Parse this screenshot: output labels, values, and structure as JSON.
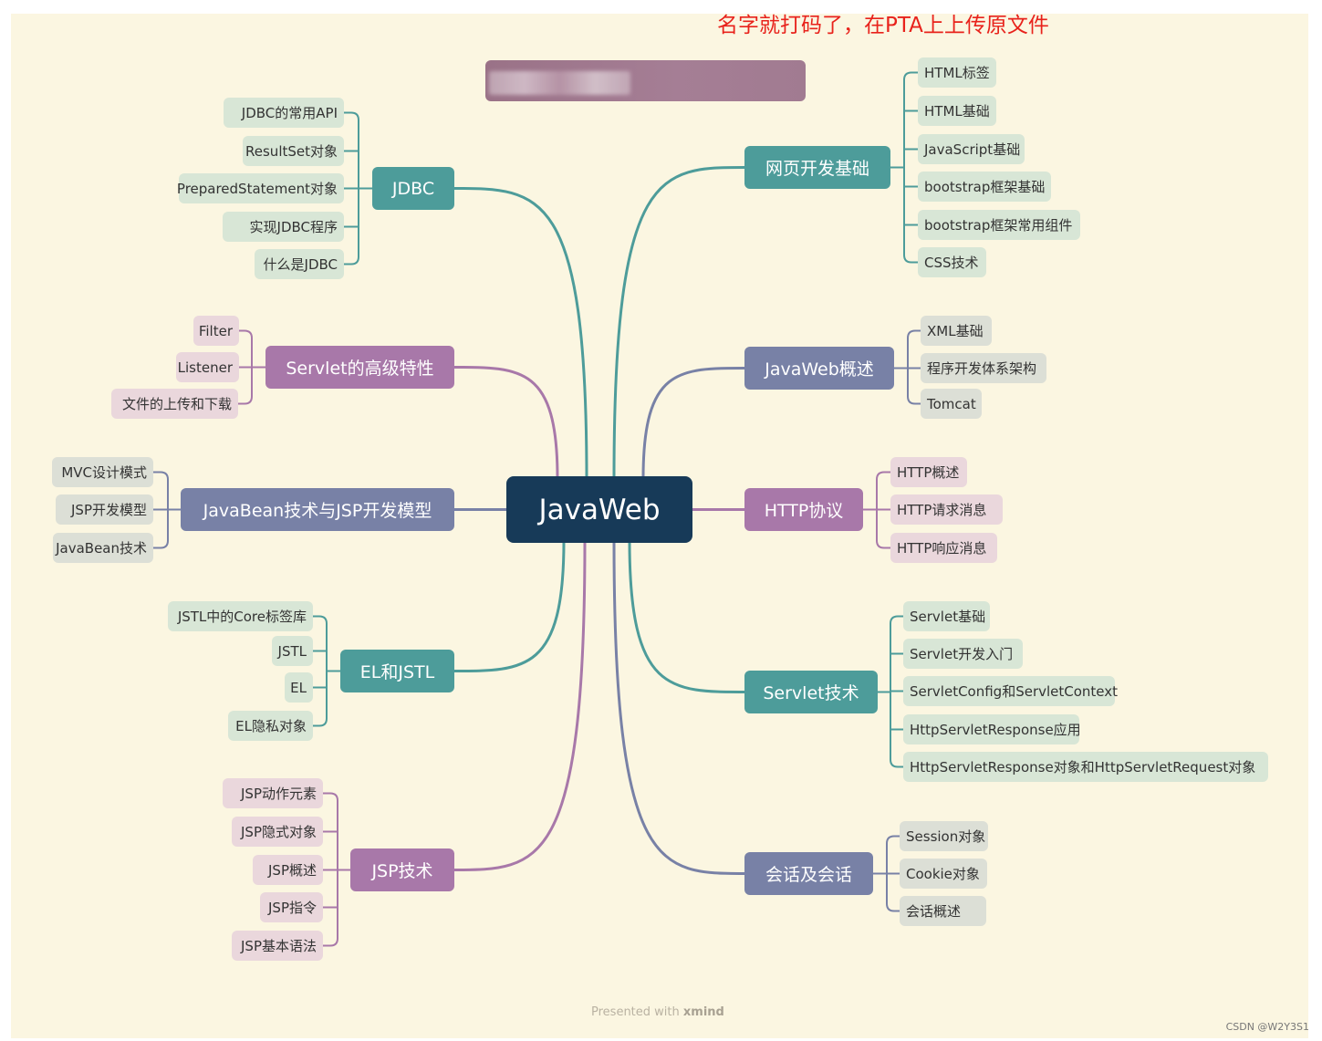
{
  "note": "名字就打码了，在PTA上上传原文件",
  "footer": {
    "prefix": "Presented with",
    "brand": "xmind"
  },
  "watermark": "CSDN @W2Y3S1",
  "colors": {
    "center": "#173a58",
    "teal": "#4d9c9a",
    "purple": "#a878a9",
    "slate": "#7881a6",
    "sub_teal": "#d8e6d6",
    "sub_purple": "#ead7dc",
    "sub_slate": "#dcdfd6"
  },
  "center": {
    "label": "JavaWeb"
  },
  "topics": [
    {
      "id": "jdbc",
      "label": "JDBC",
      "color": "teal",
      "children": [
        "JDBC的常用API",
        "ResultSet对象",
        "PreparedStatement对象",
        "实现JDBC程序",
        "什么是JDBC"
      ]
    },
    {
      "id": "servlet-adv",
      "label": "Servlet的高级特性",
      "color": "purple",
      "children": [
        "Filter",
        "Listener",
        "文件的上传和下载"
      ]
    },
    {
      "id": "javabean",
      "label": "JavaBean技术与JSP开发模型",
      "color": "slate",
      "children": [
        "MVC设计模式",
        "JSP开发模型",
        "JavaBean技术"
      ]
    },
    {
      "id": "el-jstl",
      "label": "EL和JSTL",
      "color": "teal",
      "children": [
        "JSTL中的Core标签库",
        "JSTL",
        "EL",
        "EL隐私对象"
      ]
    },
    {
      "id": "jsp",
      "label": "JSP技术",
      "color": "purple",
      "children": [
        "JSP动作元素",
        "JSP隐式对象",
        "JSP概述",
        "JSP指令",
        "JSP基本语法"
      ]
    },
    {
      "id": "web-basic",
      "label": "网页开发基础",
      "color": "teal",
      "children": [
        "HTML标签",
        "HTML基础",
        "JavaScript基础",
        "bootstrap框架基础",
        "bootstrap框架常用组件",
        "CSS技术"
      ]
    },
    {
      "id": "javaweb-overview",
      "label": "JavaWeb概述",
      "color": "slate",
      "children": [
        "XML基础",
        "程序开发体系架构",
        "Tomcat"
      ]
    },
    {
      "id": "http",
      "label": "HTTP协议",
      "color": "purple",
      "children": [
        "HTTP概述",
        "HTTP请求消息",
        "HTTP响应消息"
      ]
    },
    {
      "id": "servlet",
      "label": "Servlet技术",
      "color": "teal",
      "children": [
        "Servlet基础",
        "Servlet开发入门",
        "ServletConfig和ServletContext",
        "HttpServletResponse应用",
        "HttpServletResponse对象和HttpServletRequest对象"
      ]
    },
    {
      "id": "session",
      "label": "会话及会话",
      "color": "slate",
      "children": [
        "Session对象",
        "Cookie对象",
        "会话概述"
      ]
    }
  ]
}
